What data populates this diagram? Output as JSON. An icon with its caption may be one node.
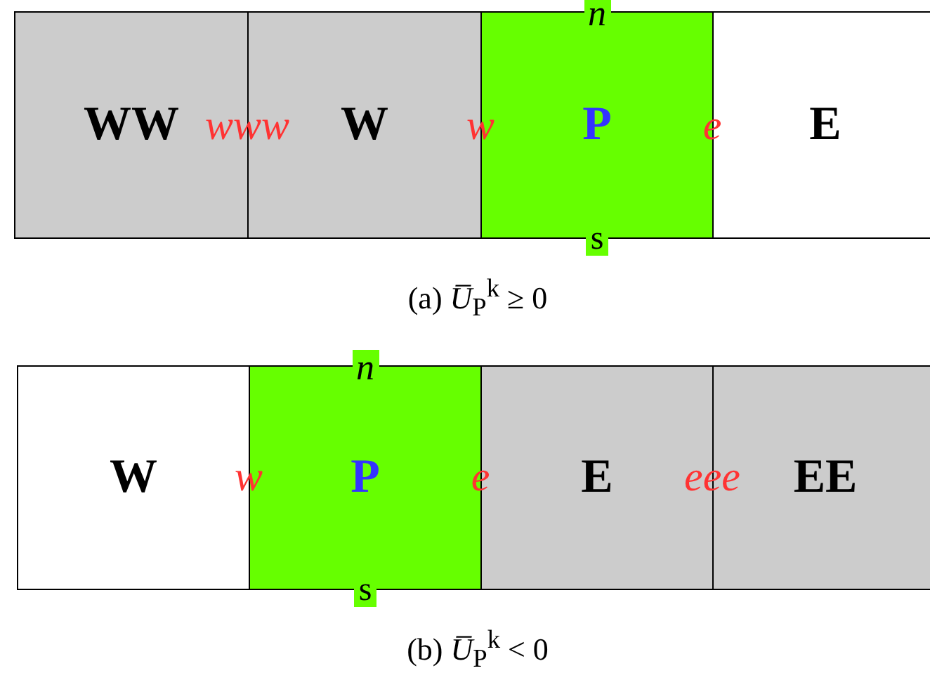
{
  "diagram": {
    "nodes": [
      {
        "text": [
          "WW"
        ]
      },
      {
        "text": [
          "W"
        ]
      },
      {
        "text": [
          "P"
        ]
      },
      {
        "text": [
          "E"
        ]
      },
      {
        "text": [
          "W"
        ]
      },
      {
        "text": [
          "P"
        ]
      },
      {
        "text": [
          "E"
        ]
      },
      {
        "text": [
          "EE"
        ]
      }
    ],
    "edges": [],
    "labels": [
      "*n*",
      "*www*",
      "*w*",
      "*e*",
      "s",
      "(a) *U̅*$_{P}$$^{k}$ ≥ 0",
      "*n*",
      "*w*",
      "*e*",
      "*eee*",
      "s",
      "(b) *U̅*$_{P}$$^{k}$ < 0"
    ]
  }
}
